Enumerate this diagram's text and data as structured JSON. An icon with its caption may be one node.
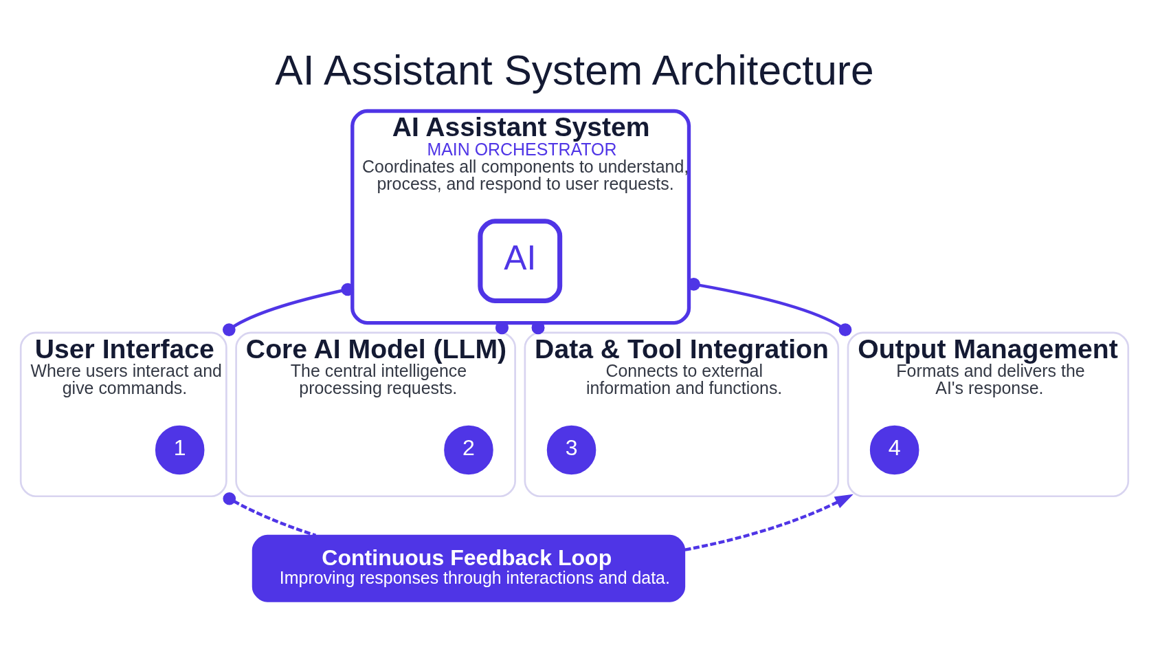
{
  "diagram": {
    "title": "AI Assistant System Architecture",
    "nodes": [
      {
        "text": [
          "AI Assistant System",
          "MAIN ORCHESTRATOR",
          "Coordinates all components to understand, process, and respond to user requests."
        ]
      },
      {
        "text": [
          "AI"
        ],
        "in": 0
      },
      {
        "text": [
          "User Interface",
          "Where users interact and give commands."
        ]
      },
      {
        "text": [
          "1"
        ],
        "in": 2
      },
      {
        "text": [
          "Core AI Model (LLM)",
          "The central intelligence processing requests."
        ]
      },
      {
        "text": [
          "2"
        ],
        "in": 4
      },
      {
        "text": [
          "Data & Tool Integration",
          "Connects to external information and functions."
        ]
      },
      {
        "text": [
          "3"
        ],
        "in": 6
      },
      {
        "text": [
          "Output Management",
          "Formats and delivers the AI's response."
        ]
      },
      {
        "text": [
          "4"
        ],
        "in": 8
      },
      {
        "text": [
          "Continuous Feedback Loop",
          "Improving responses through interactions and data."
        ]
      }
    ],
    "edges": [
      {
        "from": 0,
        "to": 2,
        "arrow": "other"
      },
      {
        "from": 0,
        "to": 4,
        "arrow": "other"
      },
      {
        "from": 0,
        "to": 6,
        "arrow": "other"
      },
      {
        "from": 0,
        "to": 8,
        "arrow": "other"
      },
      {
        "from": 2,
        "to": 10,
        "arrow": "other",
        "style": "dashed"
      },
      {
        "from": 10,
        "to": 8,
        "arrow": "to",
        "style": "dashed"
      }
    ]
  }
}
